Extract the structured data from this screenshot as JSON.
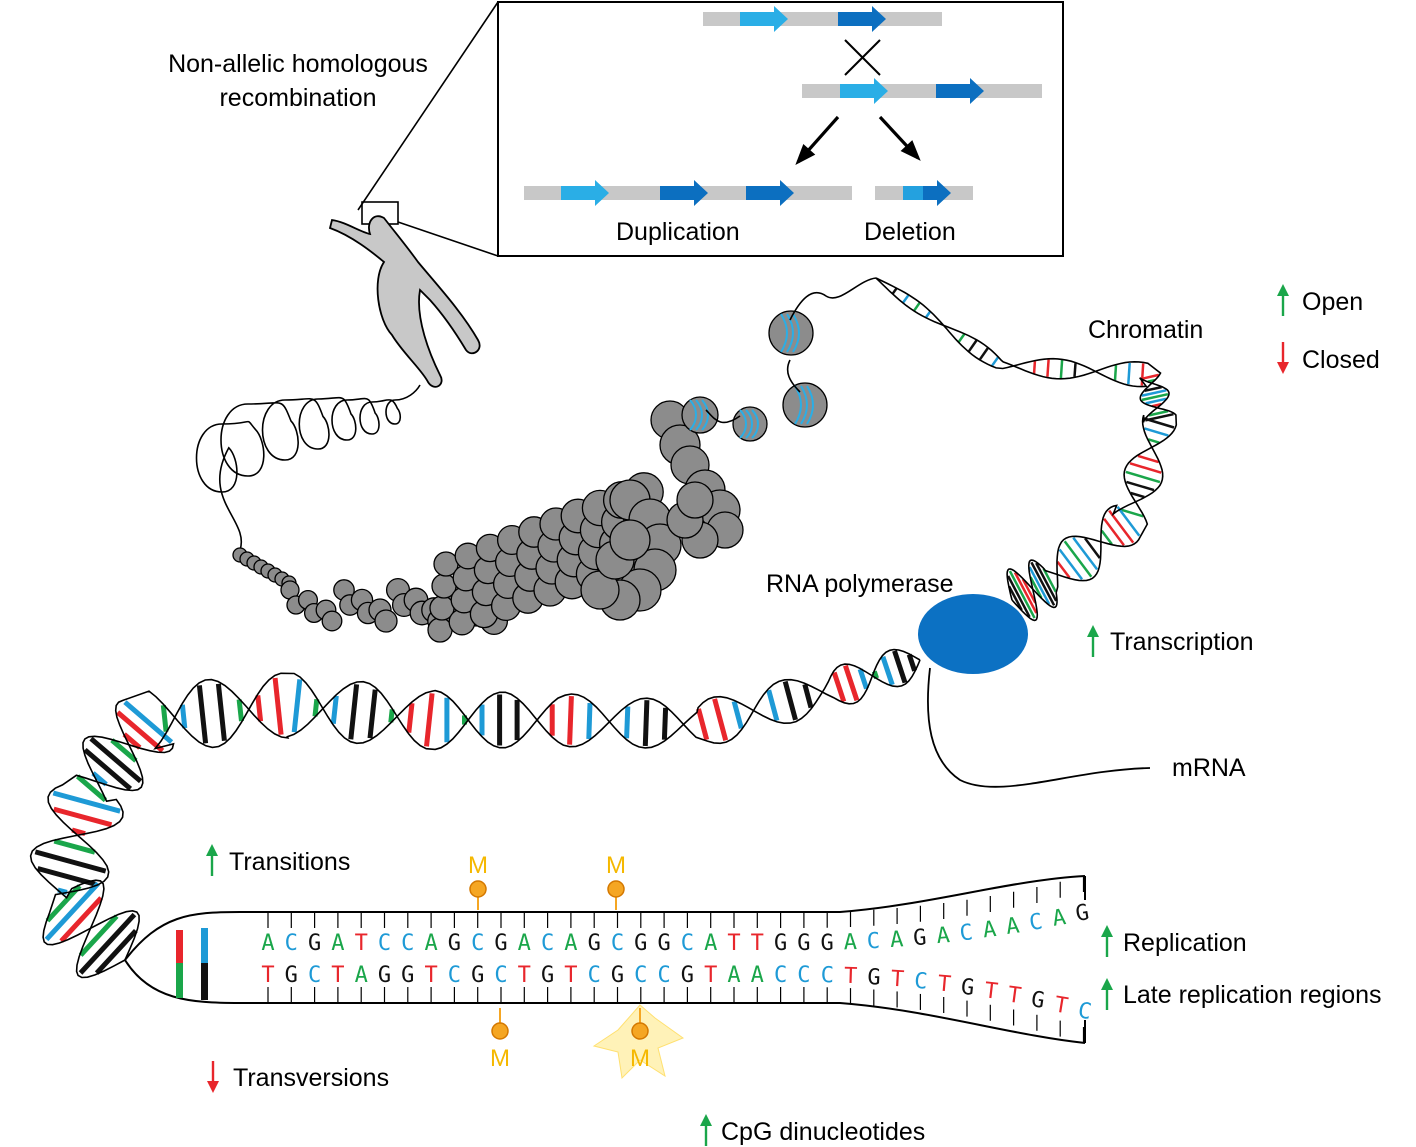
{
  "labels": {
    "nahr": [
      "Non-allelic homologous",
      "recombination"
    ],
    "duplication": "Duplication",
    "deletion": "Deletion",
    "chromatin": "Chromatin",
    "rna_polymerase": "RNA polymerase",
    "mrna": "mRNA",
    "methyl_mark": "M"
  },
  "indicators": [
    {
      "id": "open",
      "label": "Open",
      "direction": "up"
    },
    {
      "id": "closed",
      "label": "Closed",
      "direction": "down"
    },
    {
      "id": "transcription",
      "label": "Transcription",
      "direction": "up"
    },
    {
      "id": "transitions",
      "label": "Transitions",
      "direction": "up"
    },
    {
      "id": "transversions",
      "label": "Transversions",
      "direction": "down"
    },
    {
      "id": "replication",
      "label": "Replication",
      "direction": "up"
    },
    {
      "id": "late-replication",
      "label": "Late replication regions",
      "direction": "up"
    },
    {
      "id": "cpg",
      "label": "CpG dinucleotides",
      "direction": "up"
    }
  ],
  "sequence": {
    "top": "ACGATCCAGCGACAGCGGCATTGGGACAGACAACAG",
    "bottom": "TGCTAGGTCGCTGTCGCCGTAACCCTGTCTGTTGTC"
  },
  "colors": {
    "A": "#1aa64a",
    "C": "#1e9ad6",
    "G": "#111111",
    "T": "#e8262c",
    "up_arrow": "#1aa64a",
    "down_arrow": "#e8262c",
    "polymerase": "#0c71c3",
    "light_repeat": "#2aaee6",
    "dark_repeat": "#0c6fc0",
    "methyl": "#f5a623",
    "methyl_text": "#f5b800",
    "nucleosome": "#8c8c8c",
    "chromosome": "#c8c8c8",
    "backbone_gray": "#c8c8c8"
  }
}
